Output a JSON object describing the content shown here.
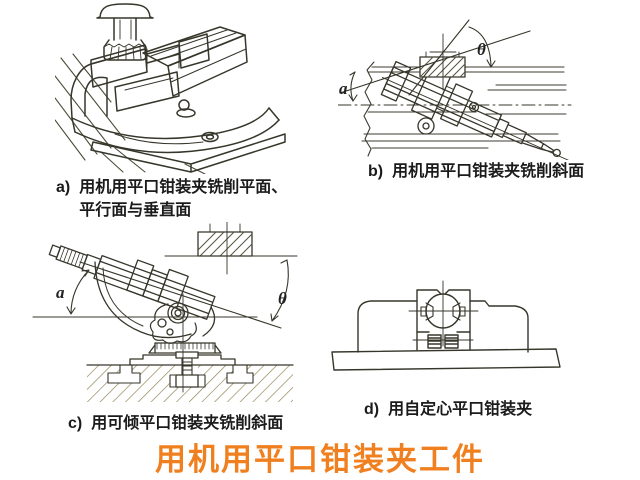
{
  "slide": {
    "background": "#ffffff",
    "title": {
      "text": "用机用平口钳装夹工件",
      "color": "#f0801f"
    },
    "caption_color": "#1b1b1b",
    "line_color": "#37362b"
  },
  "figures": [
    {
      "id": "a",
      "label": "a)",
      "caption": "用机用平口钳装夹铣削平面、\n平行面与垂直面"
    },
    {
      "id": "b",
      "label": "b)",
      "caption": "用机用平口钳装夹铣削斜面",
      "angle_a": "a",
      "angle_theta": "θ"
    },
    {
      "id": "c",
      "label": "c)",
      "caption": "用可倾平口钳装夹铣削斜面",
      "angle_a": "a",
      "angle_theta": "θ"
    },
    {
      "id": "d",
      "label": "d)",
      "caption": "用自定心平口钳装夹"
    }
  ]
}
